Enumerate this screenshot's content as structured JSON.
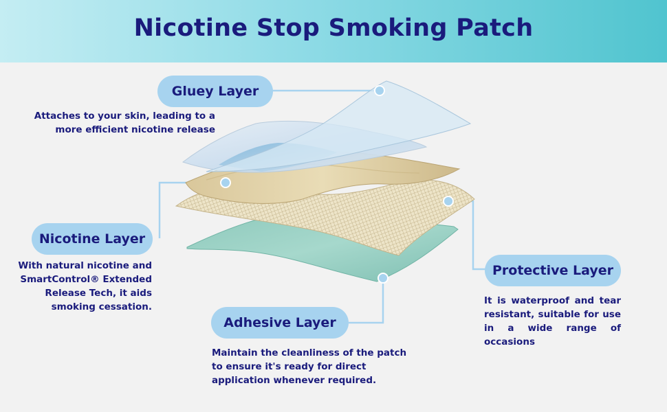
{
  "title": "Nicotine Stop Smoking Patch",
  "layers": {
    "gluey": {
      "label": "Gluey Layer",
      "description": "Attaches to your skin, leading to a more efficient nicotine release"
    },
    "nicotine": {
      "label": "Nicotine Layer",
      "description": "With natural nicotine and SmartControl® Extended Release Tech, it aids smoking cessation."
    },
    "adhesive": {
      "label": "Adhesive Layer",
      "description": "Maintain the cleanliness of the patch to ensure it's ready for direct application whenever required."
    },
    "protective": {
      "label": "Protective Layer",
      "description": "It is waterproof and tear resistant, suitable for use in a wide range of occasions"
    }
  },
  "colors": {
    "heading": "#1a1b7c",
    "pill": "#a7d3ef",
    "connector": "#a7d3ef",
    "banner_start": "#c4edf3",
    "banner_end": "#50c4cf",
    "background": "#f2f2f2"
  }
}
